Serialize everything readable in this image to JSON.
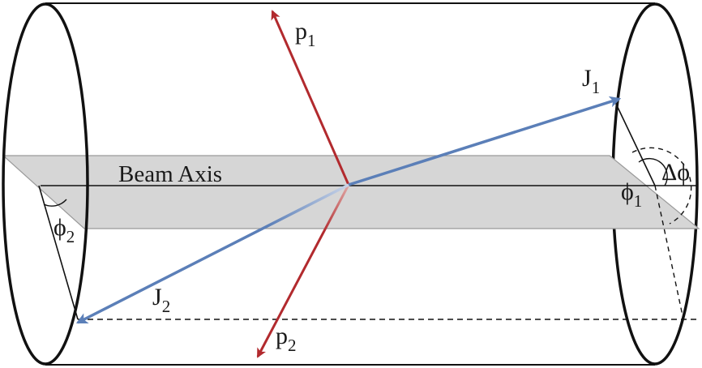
{
  "diagram": {
    "labels": {
      "beam_axis": "Beam Axis",
      "p1": "p",
      "p1_sub": "1",
      "p2": "p",
      "p2_sub": "2",
      "j1": "J",
      "j1_sub": "1",
      "j2": "J",
      "j2_sub": "2",
      "phi1": "ϕ",
      "phi1_sub": "1",
      "phi2": "ϕ",
      "phi2_sub": "2",
      "delta_phi": "Δϕ"
    },
    "colors": {
      "proton": "#b22a2e",
      "jet": "#5b7fb8",
      "plane": "#d6d6d6",
      "outline": "#111111"
    }
  }
}
